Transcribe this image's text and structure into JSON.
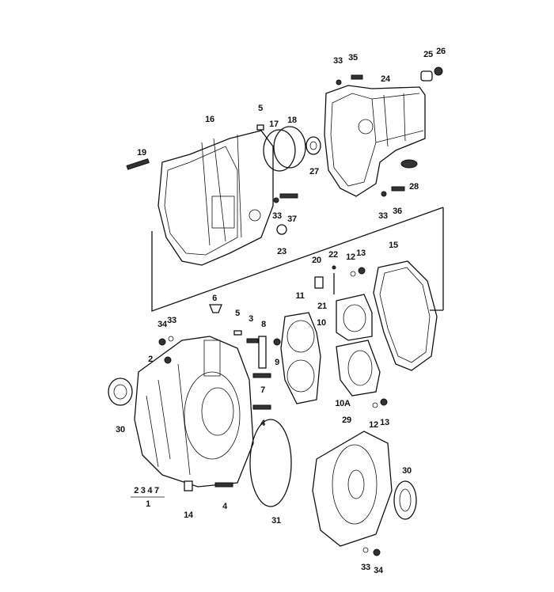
{
  "diagram": {
    "title": "Transmission housing exploded view",
    "callouts": [
      "33",
      "35",
      "24",
      "25",
      "26",
      "5",
      "16",
      "17",
      "18",
      "19",
      "27",
      "28",
      "33",
      "37",
      "33",
      "36",
      "23",
      "15",
      "20",
      "22",
      "12",
      "13",
      "21",
      "11",
      "6",
      "10",
      "5",
      "3",
      "8",
      "34",
      "33",
      "2",
      "9",
      "7",
      "10A",
      "12",
      "13",
      "4",
      "30",
      "29",
      "30",
      "2 3 4 7",
      "1",
      "14",
      "4",
      "31",
      "33",
      "34"
    ]
  }
}
